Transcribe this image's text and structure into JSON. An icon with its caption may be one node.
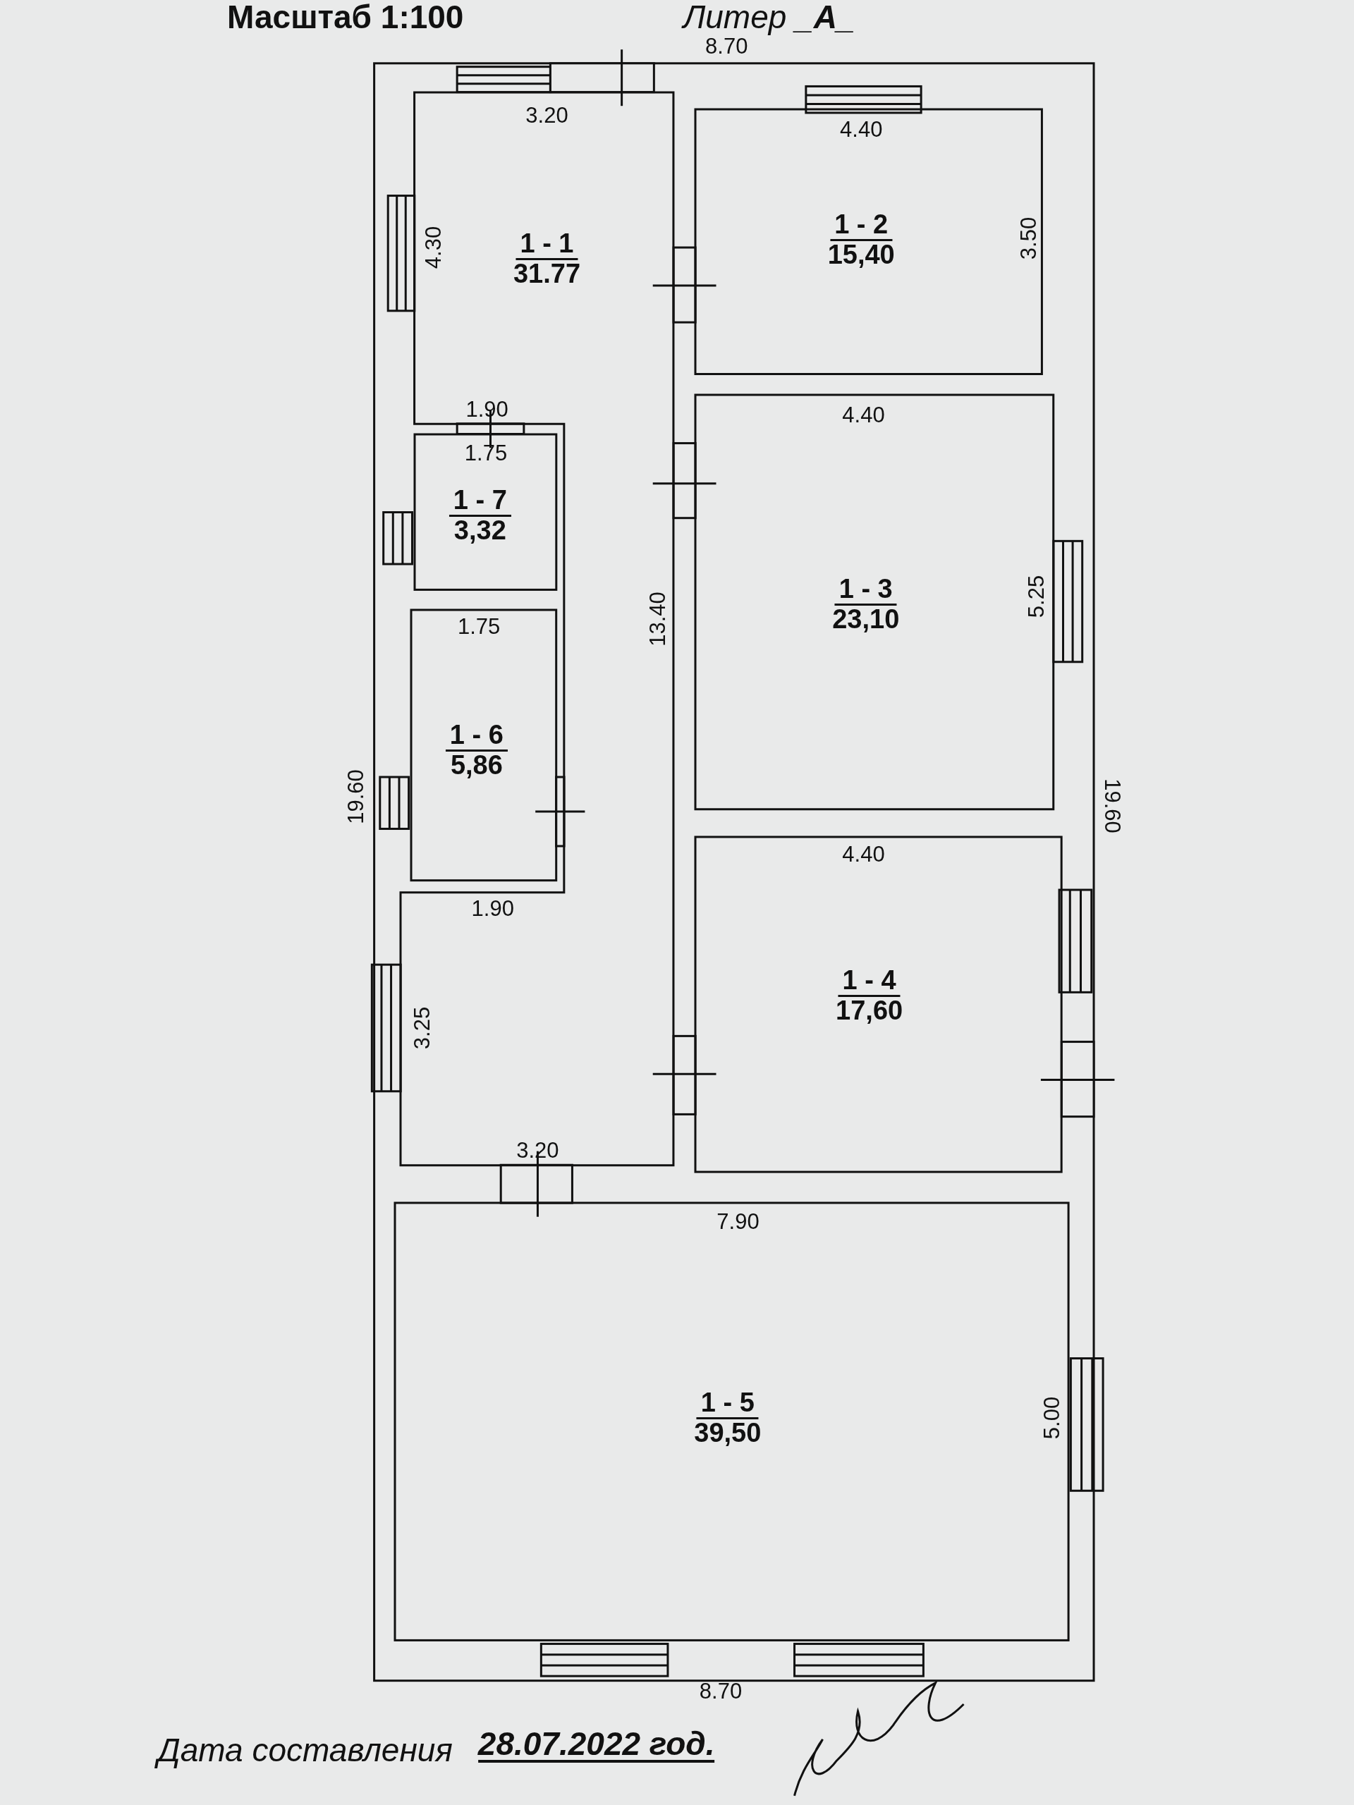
{
  "diagram": {
    "nodes": [
      {
        "text": [
          "1 - 1",
          "31.77"
        ]
      },
      {
        "text": [
          "1 - 2",
          "15,40"
        ]
      },
      {
        "text": [
          "1 - 7",
          "3,32"
        ]
      },
      {
        "text": [
          "1 - 3",
          "23,10"
        ]
      },
      {
        "text": [
          "1 - 6",
          "5,86"
        ]
      },
      {
        "text": [
          "1 - 4",
          "17,60"
        ]
      },
      {
        "text": [
          "1 - 5",
          "39,50"
        ]
      }
    ],
    "labels": [
      "Масштаб 1:100",
      "Литер _**А**_",
      "8.70",
      "3.20",
      "4.40",
      "4.30",
      "3.50",
      "1.90",
      "1.75",
      "4.40",
      "1.75",
      "13.40",
      "5.25",
      "19.60",
      "19.60",
      "1.90",
      "4.40",
      "3.25",
      "3.20",
      "7.90",
      "5.00",
      "8.70",
      "Дата составления",
      "28.07.2022 год."
    ]
  }
}
